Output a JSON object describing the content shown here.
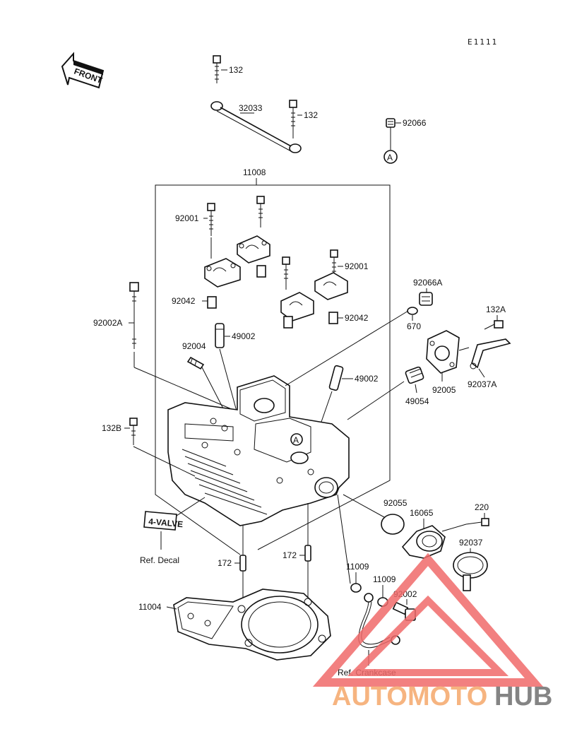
{
  "diagram_code": "E1111",
  "front_label": "FRONT",
  "callouts": {
    "c132_top": "132",
    "c32033": "32033",
    "c132_second": "132",
    "c92066": "92066",
    "circle_a": "A",
    "c11008": "11008",
    "c92001_left": "92001",
    "c92001_right": "92001",
    "c92042_left": "92042",
    "c92042_right": "92042",
    "c92002a": "92002A",
    "c92004": "92004",
    "c49002_upper": "49002",
    "c49002_lower": "49002",
    "c92066a": "92066A",
    "c670": "670",
    "c132a": "132A",
    "c92005": "92005",
    "c92037a": "92037A",
    "c49054": "49054",
    "c132b": "132B",
    "c92055": "92055",
    "c16065": "16065",
    "c220": "220",
    "c92037": "92037",
    "c172_left": "172",
    "c172_right": "172",
    "c11009_left": "11009",
    "c11009_right": "11009",
    "c92002": "92002",
    "c11004": "11004",
    "ref_decal": "Ref. Decal",
    "ref_crankcase": "Ref. Crankcase",
    "decal_text": "4-VALVE"
  },
  "watermark": {
    "part1": "AUTOMOTO",
    "part2": "HUB",
    "color1": "#f5a86a",
    "color2": "#6f6f6f",
    "triangle_color": "#f06a6a"
  }
}
